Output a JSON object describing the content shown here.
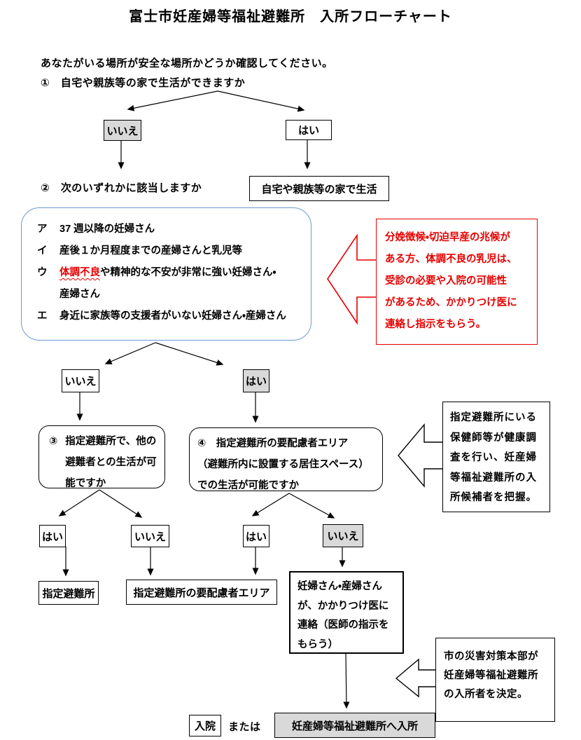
{
  "title": "富士市妊産婦等福祉避難所　入所フローチャート",
  "intro": "あなたがいる場所が安全な場所かどうか確認してください。",
  "questions": {
    "q1": "①　自宅や親族等の家で生活ができますか",
    "q2": "②　次のいずれかに該当しますか",
    "q3_num": "③",
    "q3_text": "指定避難所で、他の\n避難者との生活が可\n能ですか",
    "q4": "④　指定避難所の要配慮者エリア\n（避難所内に設置する居住スペース）\n での生活が可能ですか"
  },
  "answers": {
    "yes": "はい",
    "no": "いいえ"
  },
  "criteria": [
    {
      "kana": "ア",
      "text": "37 週以降の妊婦さん"
    },
    {
      "kana": "イ",
      "text": "産後１か月程度までの産婦さんと乳児等"
    },
    {
      "kana": "ウ",
      "highlight": "体調不良",
      "text": "や精神的な不安が非常に強い妊婦さん・\n産婦さん"
    },
    {
      "kana": "エ",
      "text": "身近に家族等の支援者がいない妊婦さん・産婦さん"
    }
  ],
  "outcomes": {
    "home": "自宅や親族等の家で生活",
    "shelter": "指定避難所",
    "care_area": "指定避難所の要配慮者エリア",
    "contact_doctor": "妊婦さん・産婦さん\nが、かかりつけ医に\n連絡（医師の指示を\nもらう）",
    "hospital": "入院",
    "or": "または",
    "final": "妊産婦等福祉避難所へ入所"
  },
  "callouts": {
    "medical": "分娩徴候・切迫早産の兆候が\nある方、体調不良の乳児は、\n受診の必要や入院の可能性\nがあるため、かかりつけ医に\n連絡し指示をもらう。",
    "health_check": "指定避難所にいる\n保健師等が健康調\n査を行い、妊産婦\n等福祉避難所の入\n所候補者を把握。",
    "decision": "市の災害対策本部が\n妊産婦等福祉避難所\nの入所者を決定。"
  },
  "colors": {
    "highlight_red": "#e60000",
    "box_gray": "#d9d9d9",
    "criteria_border_blue": "#6a9bd1"
  }
}
